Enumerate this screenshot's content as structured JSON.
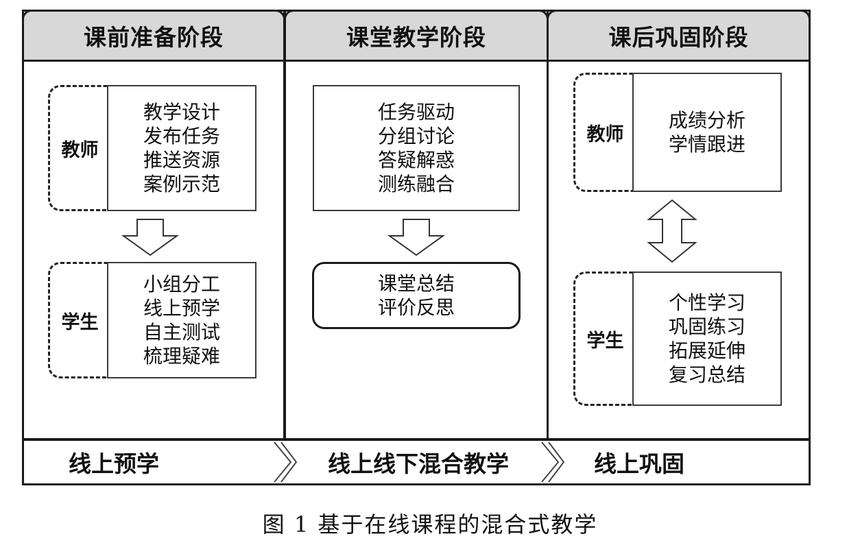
{
  "phases": [
    {
      "title": "课前准备阶段"
    },
    {
      "title": "课堂教学阶段"
    },
    {
      "title": "课后巩固阶段"
    }
  ],
  "pre": {
    "teacher_label": "教师",
    "teacher_items": [
      "教学设计",
      "发布任务",
      "推送资源",
      "案例示范"
    ],
    "student_label": "学生",
    "student_items": [
      "小组分工",
      "线上预学",
      "自主测试",
      "梳理疑难"
    ]
  },
  "class": {
    "activity_items": [
      "任务驱动",
      "分组讨论",
      "答疑解惑",
      "测练融合"
    ],
    "summary_items": [
      "课堂总结",
      "评价反思"
    ]
  },
  "post": {
    "teacher_label": "教师",
    "teacher_items": [
      "成绩分析",
      "学情跟进"
    ],
    "student_label": "学生",
    "student_items": [
      "个性学习",
      "巩固练习",
      "拓展延伸",
      "复习总结"
    ]
  },
  "bands": [
    "线上预学",
    "线上线下混合教学",
    "线上巩固"
  ],
  "caption": "图 1  基于在线课程的混合式教学"
}
